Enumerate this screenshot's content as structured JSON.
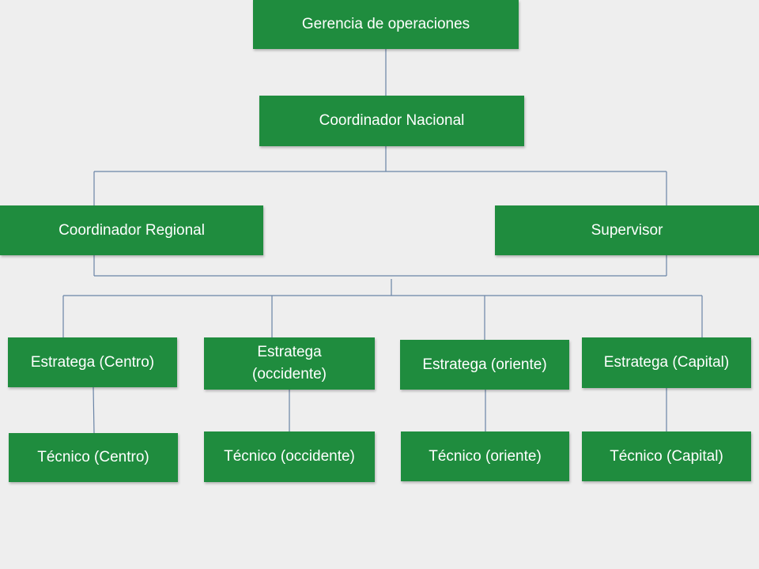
{
  "colors": {
    "box_fill": "#1f8c3e",
    "box_text": "#ffffff",
    "connector": "#6a84a6",
    "background": "#eeeeee"
  },
  "nodes": {
    "gerencia": "Gerencia de operaciones",
    "coordinador_nacional": "Coordinador Nacional",
    "coordinador_regional": "Coordinador Regional",
    "supervisor": "Supervisor",
    "estratega_centro": "Estratega (Centro)",
    "estratega_occidente": "Estratega (occidente)",
    "estratega_oriente": "Estratega (oriente)",
    "estratega_capital": "Estratega (Capital)",
    "tecnico_centro": "Técnico (Centro)",
    "tecnico_occidente": "Técnico (occidente)",
    "tecnico_oriente": "Técnico (oriente)",
    "tecnico_capital": "Técnico (Capital)"
  }
}
